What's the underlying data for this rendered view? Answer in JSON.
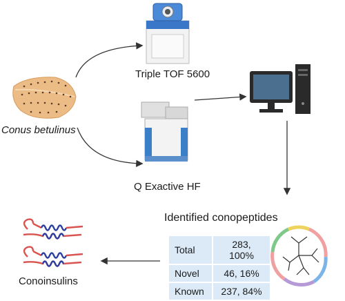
{
  "labels": {
    "species": "Conus betulinus",
    "instrument_1": "Triple TOF 5600",
    "instrument_2": "Q Exactive HF",
    "identified": "Identified conopeptides",
    "conoinsulins": "Conoinsulins"
  },
  "table": {
    "rows": [
      {
        "label": "Total",
        "value": "283, 100%"
      },
      {
        "label": "Novel",
        "value": "46, 16%"
      },
      {
        "label": "Known",
        "value": "237, 84%"
      }
    ]
  },
  "colors": {
    "shell": "#e8b27c",
    "arrow": "#333333",
    "table_cell": "#dbeaf6",
    "helix_blue": "#2d3f9e",
    "chain_red": "#d9534f"
  },
  "icons": [
    "cone-shell-icon",
    "mass-spectrometer-icon",
    "computer-icon",
    "phylogenetic-tree-icon",
    "conoinsulin-structure-icon"
  ]
}
